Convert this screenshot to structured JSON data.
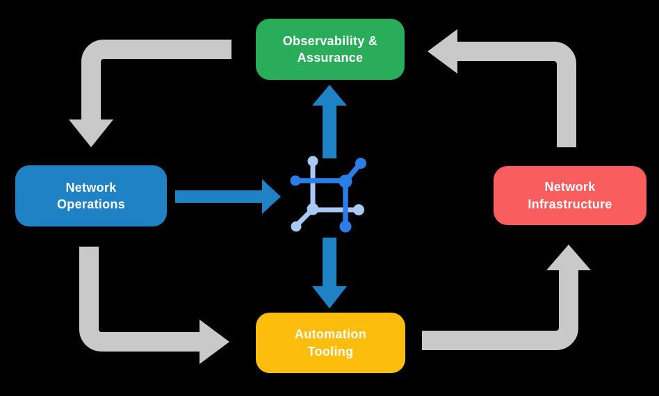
{
  "diagram": {
    "nodes": {
      "observability": {
        "line1": "Observability &",
        "line2": "Assurance",
        "color": "#2aad5a"
      },
      "operations": {
        "line1": "Network",
        "line2": "Operations",
        "color": "#1e82c5"
      },
      "infrastructure": {
        "line1": "Network",
        "line2": "Infrastructure",
        "color": "#fa5d5d"
      },
      "automation": {
        "line1": "Automation",
        "line2": "Tooling",
        "color": "#fcbd0d"
      }
    },
    "icons": {
      "center": "network-fabric-icon"
    },
    "arrows": [
      {
        "from": "observability",
        "to": "operations",
        "style": "elbow",
        "color": "#c9c9c9"
      },
      {
        "from": "operations",
        "to": "automation",
        "style": "elbow",
        "color": "#c9c9c9"
      },
      {
        "from": "automation",
        "to": "infrastructure",
        "style": "elbow",
        "color": "#c9c9c9"
      },
      {
        "from": "infrastructure",
        "to": "observability",
        "style": "elbow",
        "color": "#c9c9c9"
      },
      {
        "from": "operations",
        "to": "center-icon",
        "style": "straight",
        "color": "#1e82c5"
      },
      {
        "from": "center-icon",
        "to": "observability",
        "style": "straight",
        "color": "#1e82c5"
      },
      {
        "from": "center-icon",
        "to": "automation",
        "style": "straight",
        "color": "#1e82c5"
      }
    ],
    "colors": {
      "background": "#000000",
      "text": "#ffffff",
      "arrow_gray": "#c9c9c9",
      "arrow_blue": "#1e82c5",
      "icon_dark_blue": "#2b7de8",
      "icon_light_blue": "#a8c9f4"
    }
  }
}
